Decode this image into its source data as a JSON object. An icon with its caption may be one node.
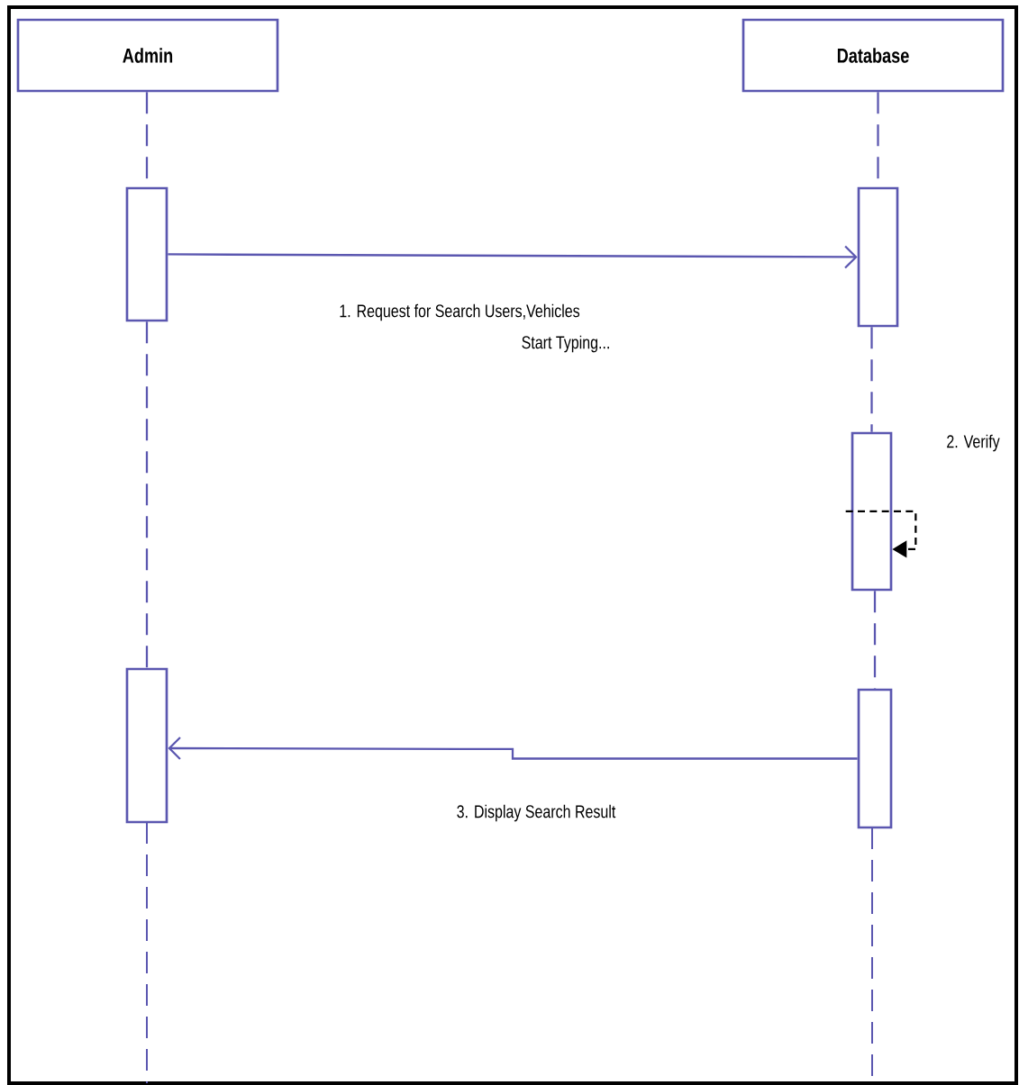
{
  "diagram": {
    "nodes": [
      {
        "text": [
          "Admin"
        ]
      },
      {
        "text": [
          "Database"
        ]
      },
      {
        "text": [],
        "shape": "box"
      },
      {
        "text": [],
        "shape": "box"
      },
      {
        "text": [],
        "shape": "box"
      },
      {
        "text": [],
        "shape": "box"
      },
      {
        "text": [],
        "shape": "box"
      }
    ],
    "edges": [
      {
        "from": 0,
        "to": 2,
        "arrow": "none",
        "style": "dashed"
      },
      {
        "from": 2,
        "to": 5,
        "arrow": "none",
        "style": "dashed"
      },
      {
        "from": 1,
        "to": 3,
        "arrow": "none",
        "style": "dashed"
      },
      {
        "from": 3,
        "to": 4,
        "arrow": "none",
        "style": "dashed"
      },
      {
        "from": 4,
        "to": 6,
        "arrow": "none",
        "style": "dashed"
      },
      {
        "from": 2,
        "to": 3,
        "arrow": "to",
        "label": "1. Request for Search Users,Vehicles"
      },
      {
        "from": 4,
        "to": 4,
        "arrow": "to",
        "label": "2. Verify",
        "style": "dashed",
        "color": "#000000"
      },
      {
        "from": 6,
        "to": 5,
        "arrow": "to",
        "label": "3. Display Search Result"
      }
    ],
    "labels": [
      "Start Typing..."
    ]
  }
}
